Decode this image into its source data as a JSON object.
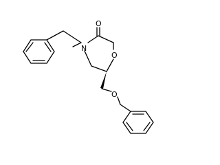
{
  "molecule": {
    "atom_labels": {
      "ring_nitrogen": "N",
      "carbonyl_oxygen": "O",
      "ring_oxygen": "O",
      "ether_oxygen": "O"
    },
    "colors": {
      "bond": "#000000",
      "label": "#000000",
      "background": "#ffffff"
    }
  }
}
